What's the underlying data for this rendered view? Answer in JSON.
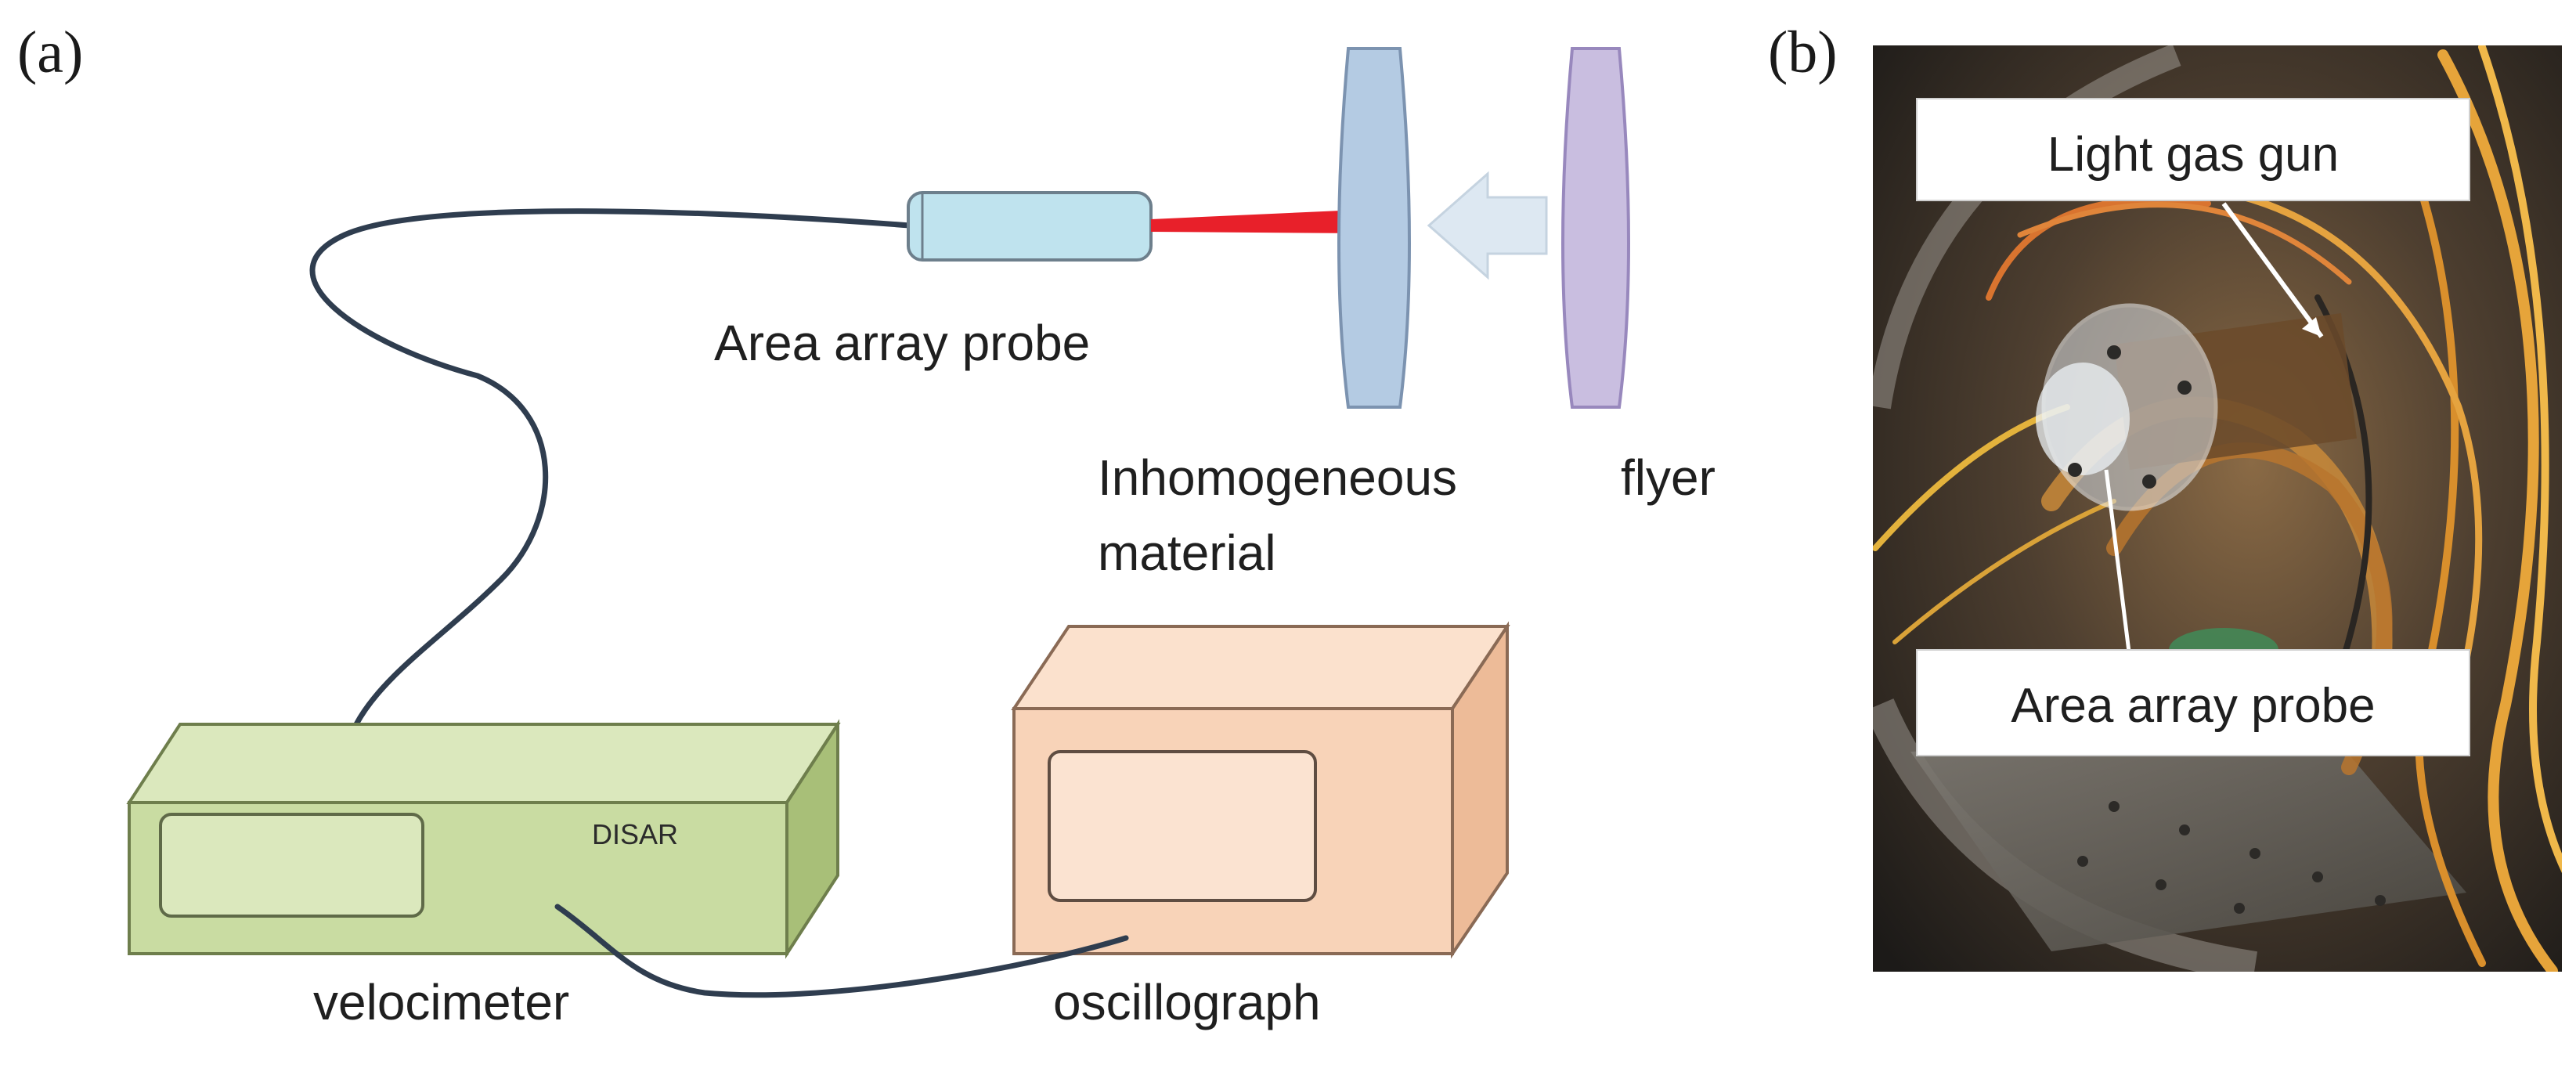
{
  "panel_a": {
    "label": "(a)",
    "probe_label": "Area array probe",
    "target_label_line1": "Inhomogeneous",
    "target_label_line2": "material",
    "flyer_label": "flyer",
    "velocimeter_label": "velocimeter",
    "velocimeter_brand": "DISAR",
    "oscillograph_label": "oscillograph"
  },
  "panel_b": {
    "label": "(b)",
    "callout_top": "Light gas gun",
    "callout_bottom": "Area array probe"
  },
  "colors": {
    "cable": "#2f3d4f",
    "laser": "#e8202a",
    "probe_fill": "#bfe3ee",
    "target_fill": "#b4cbe3",
    "flyer_fill": "#c9bee0",
    "arrow_fill": "#dde8f2",
    "velocimeter_front": "#c9dca2",
    "velocimeter_top": "#dbe8bd",
    "velocimeter_side": "#a8bf78",
    "oscillograph_front": "#f8d3b8",
    "oscillograph_top": "#fbe1cd",
    "oscillograph_side": "#edbb98"
  }
}
